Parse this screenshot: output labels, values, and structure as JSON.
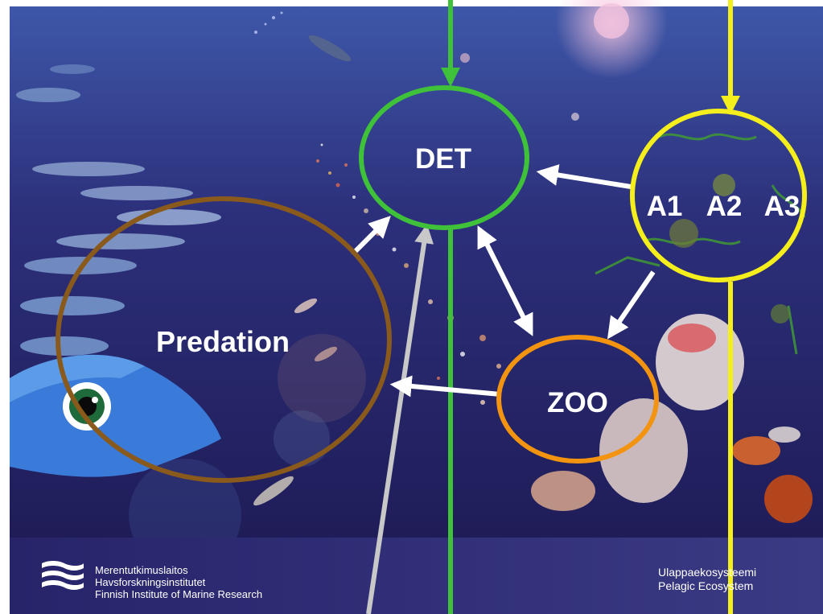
{
  "diagram": {
    "nodes": {
      "det": "DET",
      "algae": [
        "A1",
        "A2",
        "A3"
      ],
      "zoo": "ZOO",
      "predation": "Predation"
    },
    "colors": {
      "det": "#3fc23a",
      "algae": "#f4ee1c",
      "zoo": "#f29410",
      "predation": "#8a5a1c",
      "arrows": "#ffffff",
      "sinking_line": "#c8c8c8",
      "ocean_dark": "#1e1a52",
      "ocean_light": "#3f55a6"
    },
    "edges": [
      {
        "from": "algae",
        "to": "det"
      },
      {
        "from": "algae",
        "to": "zoo"
      },
      {
        "from": "zoo",
        "to": "det",
        "bidirectional": true
      },
      {
        "from": "zoo",
        "to": "predation"
      },
      {
        "from": "predation",
        "to": "det"
      }
    ]
  },
  "footer": {
    "left_lines": [
      "Merentutkimuslaitos",
      "Havsforskningsinstitutet",
      "Finnish Institute of Marine Research"
    ],
    "right_lines": [
      "Ulappaekosysteemi",
      "Pelagic Ecosystem"
    ],
    "logo_icon": "waves-logo-icon"
  }
}
